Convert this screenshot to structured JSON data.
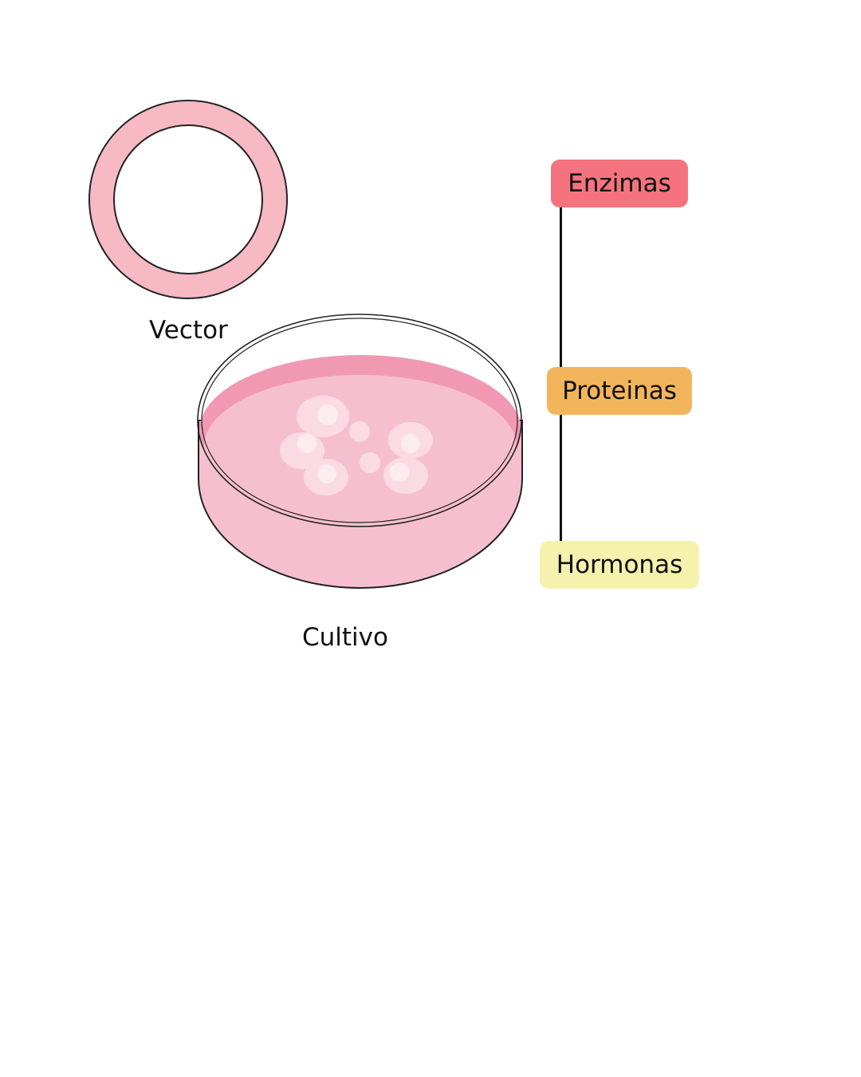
{
  "labels": {
    "vector": "Vector",
    "cultivo": "Cultivo"
  },
  "products": [
    {
      "label": "Enzimas",
      "color": "#f4737f"
    },
    {
      "label": "Proteinas",
      "color": "#f3b55c"
    },
    {
      "label": "Hormonas",
      "color": "#f5f2ae"
    }
  ],
  "colors": {
    "ring_fill": "#f7b9c3",
    "medium_top": "#f199b3",
    "medium_body": "#f6bfd0",
    "colony": "#fbe0e8",
    "outline": "#222222",
    "connector": "#111111"
  },
  "icons": {
    "vector": "plasmid-ring-icon",
    "cultivo": "petri-dish-icon"
  }
}
